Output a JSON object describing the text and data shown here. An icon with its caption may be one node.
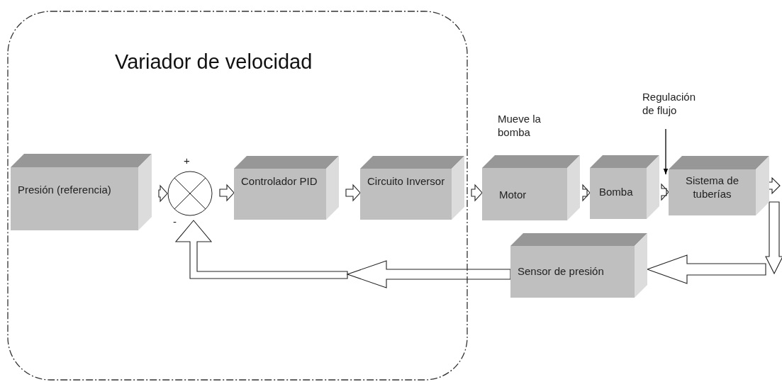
{
  "diagram": {
    "nodes": [
      {
        "text": [
          "Variador de velocidad"
        ]
      },
      {
        "text": [
          "Presión (referencia)"
        ],
        "in": 0
      },
      {
        "text": [],
        "shape": "circle",
        "in": 0,
        "beside": [
          "+",
          "-"
        ]
      },
      {
        "text": [
          "Controlador PID"
        ],
        "in": 0
      },
      {
        "text": [
          "Circuito Inversor"
        ],
        "in": 0
      },
      {
        "text": [
          "Motor"
        ],
        "beside": [
          "Mueve la bomba"
        ]
      },
      {
        "text": [
          "Bomba"
        ]
      },
      {
        "text": [
          "Sistema de tuberías"
        ]
      },
      {
        "text": [
          "Sensor de presión"
        ]
      },
      {
        "text": [
          "Regulación de flujo"
        ]
      }
    ],
    "edges": [
      {
        "from": 1,
        "to": 2,
        "arrow": "to"
      },
      {
        "from": 2,
        "to": 3,
        "arrow": "to"
      },
      {
        "from": 3,
        "to": 4,
        "arrow": "to"
      },
      {
        "from": 4,
        "to": 5,
        "arrow": "to"
      },
      {
        "from": 5,
        "to": 6,
        "arrow": "to"
      },
      {
        "from": 6,
        "to": 7,
        "arrow": "to"
      },
      {
        "from": 7,
        "to": 8,
        "arrow": "to"
      },
      {
        "from": 8,
        "to": 2,
        "arrow": "to"
      },
      {
        "from": 9,
        "to": 7,
        "arrow": "to"
      }
    ]
  }
}
